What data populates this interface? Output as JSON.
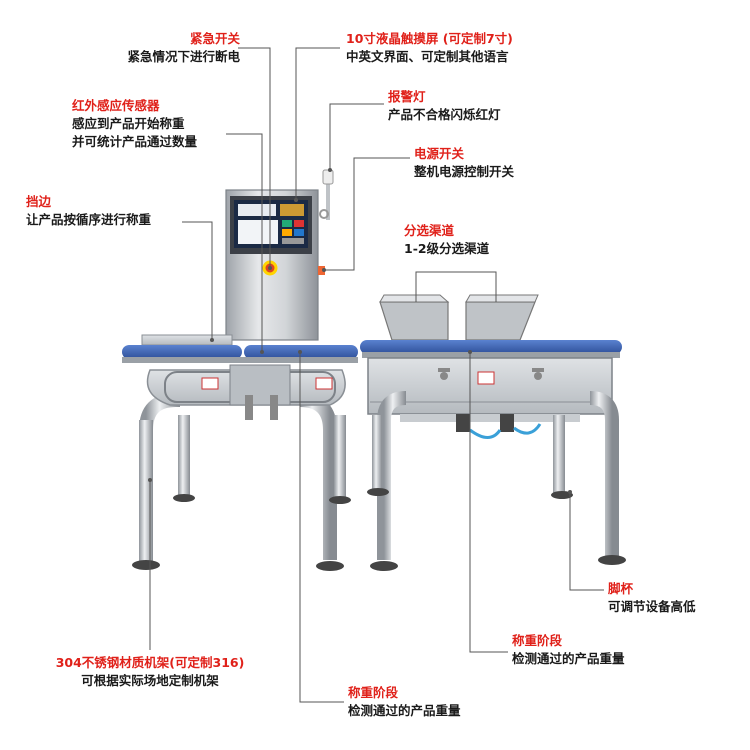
{
  "callouts": {
    "emergency_stop": {
      "title": "紧急开关",
      "desc": [
        "紧急情况下进行断电"
      ]
    },
    "ir_sensor": {
      "title": "红外感应传感器",
      "desc": [
        "感应到产品开始称重",
        "并可统计产品通过数量"
      ]
    },
    "guard": {
      "title": "挡边",
      "desc": [
        "让产品按循序进行称重"
      ]
    },
    "touchscreen": {
      "title": "10寸液晶触摸屏 (可定制7寸)",
      "desc": [
        "中英文界面、可定制其他语言"
      ]
    },
    "alarm_light": {
      "title": "报警灯",
      "desc": [
        "产品不合格闪烁红灯"
      ]
    },
    "power_switch": {
      "title": "电源开关",
      "desc": [
        "整机电源控制开关"
      ]
    },
    "sorting_channel": {
      "title": "分选渠道",
      "desc": [
        "1-2级分选渠道"
      ]
    },
    "foot_cup": {
      "title": "脚杯",
      "desc": [
        "可调节设备高低"
      ]
    },
    "weighing_stage_right": {
      "title": "称重阶段",
      "desc": [
        "检测通过的产品重量"
      ]
    },
    "frame": {
      "title": "304不锈钢材质机架(可定制316)",
      "desc": [
        "可根据实际场地定制机架"
      ]
    },
    "weighing_stage_bottom": {
      "title": "称重阶段",
      "desc": [
        "检测通过的产品重量"
      ]
    }
  },
  "colors": {
    "title_red": "#e0211a",
    "desc_black": "#1a1a1a",
    "leader_line": "#555555",
    "steel": "#c9ccd0",
    "belt_blue": "#3a63b8"
  },
  "icons": {
    "machine": "checkweigher-machine-illustration"
  }
}
